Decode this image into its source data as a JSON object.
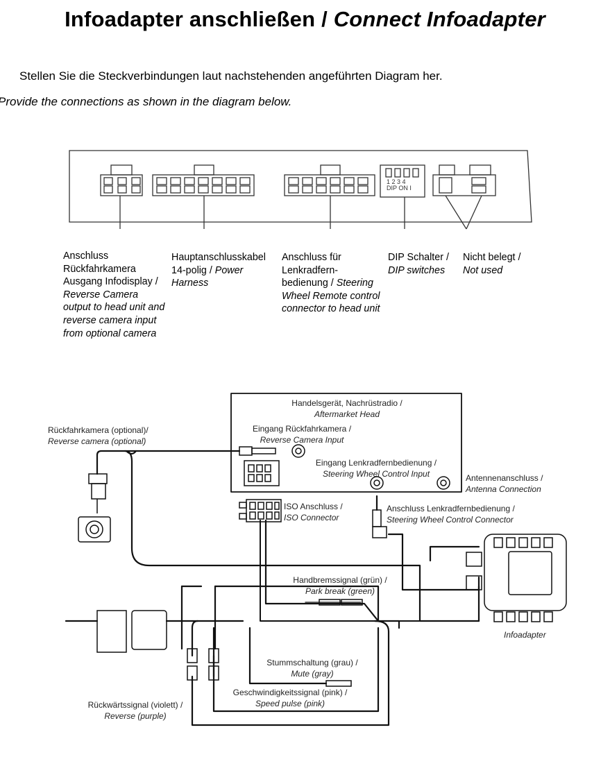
{
  "title": {
    "de": "Infoadapter anschließen / ",
    "en": "Connect Infoadapter"
  },
  "intro": {
    "de": "Stellen Sie die Steckverbindungen laut nachstehenden angeführten Diagram her.",
    "en": "Provide the connections as shown in the diagram below."
  },
  "connectors": [
    {
      "de": "Anschluss Rückfahrkamera Ausgang Infodisplay / ",
      "en": "Reverse Camera output to head unit and reverse camera input from optional camera"
    },
    {
      "de": "Hauptanschlusskabel 14-polig / ",
      "en": "Power Harness"
    },
    {
      "de": "Anschluss für Lenkradfern-bedienung / ",
      "en": "Steering Wheel Remote control connector to head unit"
    },
    {
      "de": "DIP Schalter / ",
      "en": "DIP switches"
    },
    {
      "de": "Nicht belegt / ",
      "en": "Not used"
    }
  ],
  "dip": {
    "numbers": "1 2 3 4",
    "marks": "DIP  ON I"
  },
  "wiring": {
    "head_unit": {
      "de": "Handelsgerät, Nachrüstradio /",
      "en": "Aftermarket Head"
    },
    "camera_input": {
      "de": "Eingang Rückfahrkamera /",
      "en": "Reverse Camera Input"
    },
    "swc_input": {
      "de": "Eingang Lenkradfernbedienung /",
      "en": "Steering Wheel Control Input"
    },
    "reverse_camera": {
      "de": "Rückfahrkamera (optional)/",
      "en": "Reverse camera (optional)"
    },
    "antenna": {
      "de": "Antennenanschluss /",
      "en": "Antenna Connection"
    },
    "iso": {
      "de": "ISO Anschluss /",
      "en": "ISO Connector"
    },
    "swc_connector": {
      "de": "Anschluss Lenkradfernbedienung /",
      "en": "Steering Wheel Control Connector"
    },
    "park_brake": {
      "de": "Handbremssignal (grün) /",
      "en": "Park break (green)"
    },
    "infoadapter": {
      "en": "Infoadapter"
    },
    "mute": {
      "de": "Stummschaltung (grau) /",
      "en": "Mute (gray)"
    },
    "speed": {
      "de": "Geschwindigkeitssignal (pink) /",
      "en": "Speed pulse (pink)"
    },
    "reverse_signal": {
      "de": "Rückwärtssignal (violett) /",
      "en": "Reverse (purple)"
    }
  }
}
